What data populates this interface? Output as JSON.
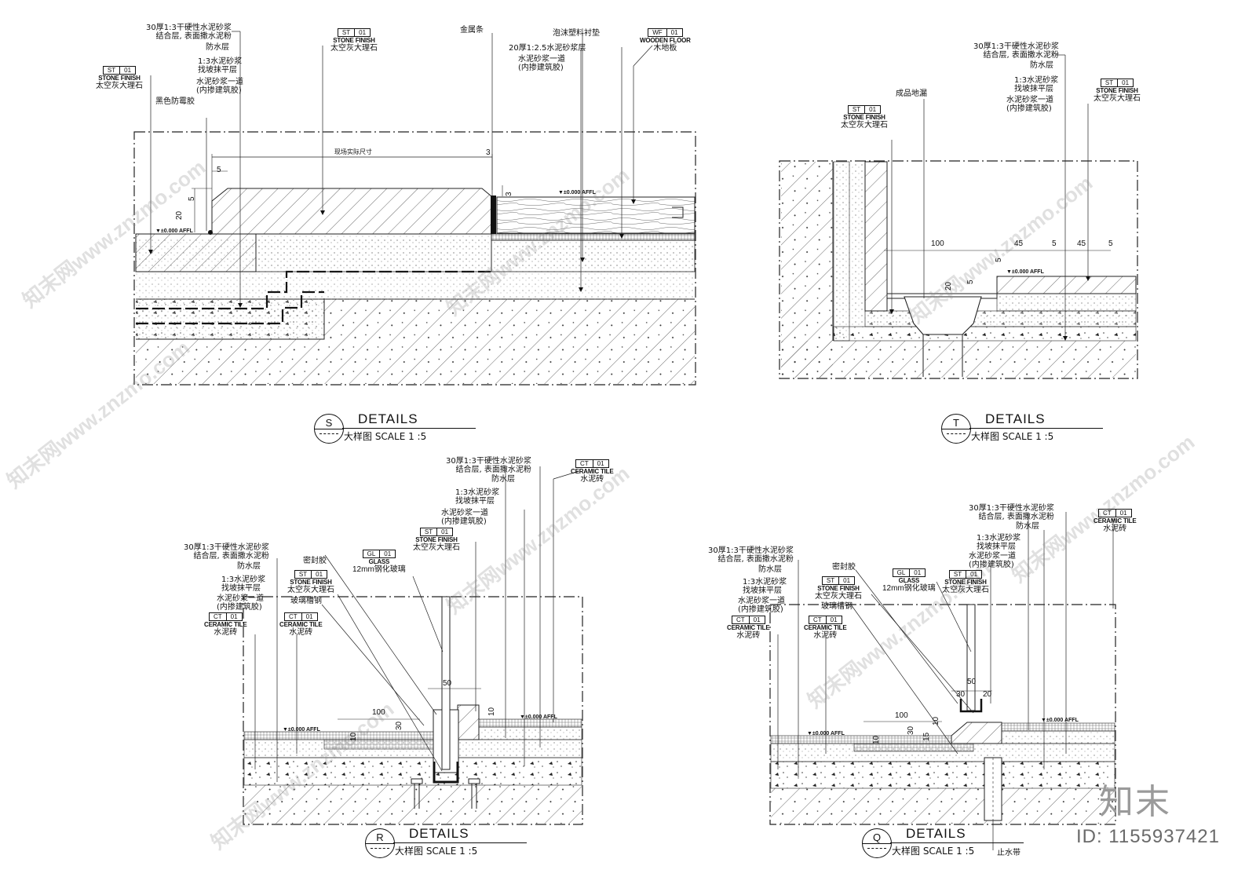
{
  "detail_s": {
    "letter": "S",
    "heading": "DETAILS",
    "scale": "大样图  SCALE 1 :5",
    "notes_left": [
      "30厚1:3干硬性水泥砂浆",
      "结合层, 表面撒水泥粉",
      "防水层",
      "1:3水泥砂浆",
      "找坡抹平层",
      "水泥砂浆一道",
      "(内掺建筑胶)",
      "黑色防霉胶"
    ],
    "tag_left": {
      "code": "ST",
      "num": "01",
      "en": "STONE FINISH",
      "cn": "太空灰大理石"
    },
    "tag_mid": {
      "code": "ST",
      "num": "01",
      "en": "STONE FINISH",
      "cn": "太空灰大理石"
    },
    "tag_right": {
      "code": "WF",
      "num": "01",
      "en": "WOODEN FLOOR",
      "cn": "木地板"
    },
    "notes_top": [
      "金属条",
      "泡沫塑料衬垫",
      "20厚1:2.5水泥砂浆层",
      "水泥砂浆一道",
      "(内掺建筑胶)"
    ],
    "dims": [
      "现场实际尺寸",
      "5",
      "3",
      "5",
      "20",
      "3"
    ],
    "ffl": "▼±0.000 AFFL"
  },
  "detail_t": {
    "letter": "T",
    "heading": "DETAILS",
    "scale": "大样图  SCALE 1 :5",
    "notes": [
      "30厚1:3干硬性水泥砂浆",
      "结合层, 表面撒水泥粉",
      "防水层",
      "1:3水泥砂浆",
      "找坡抹平层",
      "水泥砂浆一道",
      "(内掺建筑胶)"
    ],
    "drain": "成品地漏",
    "tag_left": {
      "code": "ST",
      "num": "01",
      "en": "STONE FINISH",
      "cn": "太空灰大理石"
    },
    "tag_right": {
      "code": "ST",
      "num": "01",
      "en": "STONE FINISH",
      "cn": "太空灰大理石"
    },
    "dims": [
      "100",
      "45",
      "5",
      "45",
      "5",
      "5",
      "20",
      "5"
    ],
    "ffl": "▼±0.000 AFFL"
  },
  "detail_r": {
    "letter": "R",
    "heading": "DETAILS",
    "scale": "大样图  SCALE 1 :5",
    "notes_right": [
      "30厚1:3干硬性水泥砂浆",
      "结合层, 表面撒水泥粉",
      "防水层",
      "1:3水泥砂浆",
      "找坡抹平层",
      "水泥砂浆一道",
      "(内掺建筑胶)"
    ],
    "notes_left": [
      "30厚1:3干硬性水泥砂浆",
      "结合层, 表面撒水泥粉",
      "防水层",
      "1:3水泥砂浆",
      "找坡抹平层",
      "水泥砂浆一道",
      "(内掺建筑胶)"
    ],
    "seal": "密封胶",
    "channel": "玻璃槽钢",
    "tag_ct_right": {
      "code": "CT",
      "num": "01",
      "en": "CERAMIC TILE",
      "cn": "水泥砖"
    },
    "tag_st_top": {
      "code": "ST",
      "num": "01",
      "en": "STONE FINISH",
      "cn": "太空灰大理石"
    },
    "tag_gl": {
      "code": "GL",
      "num": "01",
      "en": "GLASS",
      "cn": "12mm钢化玻璃"
    },
    "tag_st_left": {
      "code": "ST",
      "num": "01",
      "en": "STONE FINISH",
      "cn": "太空灰大理石"
    },
    "tag_ct_left": {
      "code": "CT",
      "num": "01",
      "en": "CERAMIC TILE",
      "cn": "水泥砖"
    },
    "tag_ct_mid": {
      "code": "CT",
      "num": "01",
      "en": "CERAMIC TILE",
      "cn": "水泥砖"
    },
    "dims": [
      "50",
      "100",
      "10",
      "30",
      "10"
    ],
    "ffl": "▼±0.000 AFFL"
  },
  "detail_q": {
    "letter": "Q",
    "heading": "DETAILS",
    "scale": "大样图  SCALE 1 :5",
    "notes_right": [
      "30厚1:3干硬性水泥砂浆",
      "结合层, 表面撒水泥粉",
      "防水层",
      "1:3水泥砂浆",
      "找坡抹平层",
      "水泥砂浆一道",
      "(内掺建筑胶)"
    ],
    "notes_left": [
      "30厚1:3干硬性水泥砂浆",
      "结合层, 表面撒水泥粉",
      "防水层",
      "1:3水泥砂浆",
      "找坡抹平层",
      "水泥砂浆一道",
      "(内掺建筑胶)"
    ],
    "seal": "密封胶",
    "channel": "玻璃槽钢",
    "waterstop": "止水带",
    "tag_ct_right": {
      "code": "CT",
      "num": "01",
      "en": "CERAMIC TILE",
      "cn": "水泥砖"
    },
    "tag_st_top": {
      "code": "ST",
      "num": "01",
      "en": "STONE FINISH",
      "cn": "太空灰大理石"
    },
    "tag_gl": {
      "code": "GL",
      "num": "01",
      "en": "GLASS",
      "cn": "12mm钢化玻璃"
    },
    "tag_st_left": {
      "code": "ST",
      "num": "01",
      "en": "STONE FINISH",
      "cn": "太空灰大理石"
    },
    "tag_ct_left": {
      "code": "CT",
      "num": "01",
      "en": "CERAMIC TILE",
      "cn": "水泥砖"
    },
    "tag_ct_mid": {
      "code": "CT",
      "num": "01",
      "en": "CERAMIC TILE",
      "cn": "水泥砖"
    },
    "dims": [
      "50",
      "30",
      "20",
      "100",
      "30",
      "15",
      "10",
      "10"
    ],
    "ffl": "▼±0.000 AFFL"
  },
  "watermark": {
    "text": "知末网www.znzmo.com",
    "brand": "知末",
    "id": "ID: 1155937421"
  }
}
